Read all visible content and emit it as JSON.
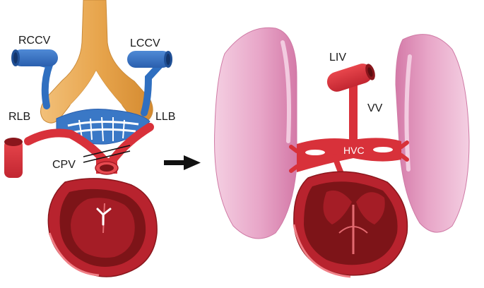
{
  "labels": {
    "rccv": "RCCV",
    "lccv": "LCCV",
    "rlb": "RLB",
    "llb": "LLB",
    "cpv": "CPV",
    "liv": "LIV",
    "vv": "VV",
    "hvc": "HVC"
  },
  "colors": {
    "systemic_vein": "#2f6fc0",
    "cardinal_trunk": "#e8a64e",
    "pulmonary_vein": "#d8313a",
    "heart_outer": "#b8232e",
    "heart_inner": "#7d1418",
    "lung": "#e6a1c6",
    "arrow": "#111111"
  },
  "icons": {
    "arrow": "right-arrow-icon"
  }
}
